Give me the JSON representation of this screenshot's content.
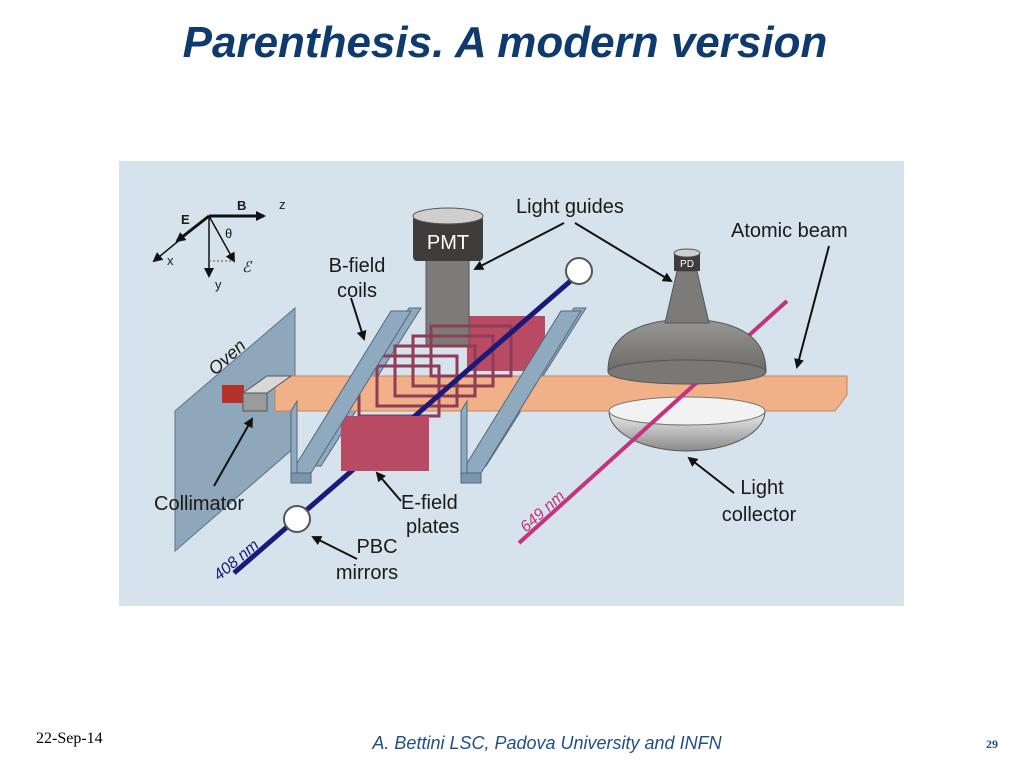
{
  "slide": {
    "title": "Parenthesis. A modern version",
    "footer_date": "22-Sep-14",
    "footer_author": "A. Bettini LSC, Padova University and INFN",
    "page_number": "29"
  },
  "diagram": {
    "axes": {
      "e": "E",
      "b": "B",
      "z": "z",
      "x": "x",
      "y": "y",
      "theta": "θ",
      "epsilon": "ℰ"
    },
    "labels": {
      "oven": "Oven",
      "collimator": "Collimator",
      "b_field_line1": "B-field",
      "b_field_line2": "coils",
      "pmt": "PMT",
      "light_guides": "Light guides",
      "pd": "PD",
      "atomic_beam": "Atomic beam",
      "e_field_line1": "E-field",
      "e_field_line2": "plates",
      "pbc_line1": "PBC",
      "pbc_line2": "mirrors",
      "light_collector_line1": "Light",
      "light_collector_line2": "collector",
      "laser_408": "408 nm",
      "laser_649": "649 nm"
    },
    "colors": {
      "background": "#d6e3ec",
      "laser_408": "#1c1a78",
      "laser_649": "#c2357e",
      "atomic_beam": "#f0b088",
      "plates": "#b84a63",
      "coil_frame": "#8fa9bf",
      "oven": "#8ea7bb",
      "detector_gray": "#7d7b78"
    }
  }
}
